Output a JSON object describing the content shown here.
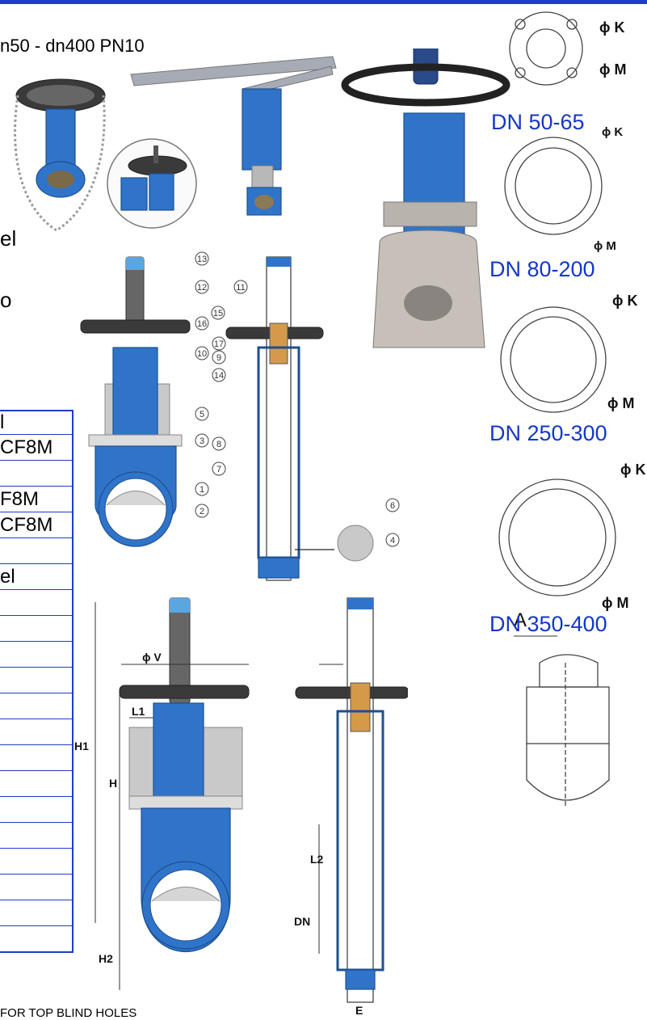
{
  "header": {
    "title_fragment": "n50 - dn400 PN10",
    "side_fragments": [
      "el",
      "o"
    ]
  },
  "table": {
    "rows": [
      "l",
      "CF8M",
      "",
      "F8M",
      "CF8M",
      "",
      "el",
      "",
      "",
      "",
      "",
      "",
      "",
      "",
      "",
      "",
      "",
      "",
      "",
      "",
      ""
    ]
  },
  "flange_views": [
    {
      "label": "DN 50-65",
      "dims": [
        "ϕ K",
        "ϕ M"
      ]
    },
    {
      "label": "DN 80-200",
      "dims": [
        "ϕ K",
        "ϕ M"
      ]
    },
    {
      "label": "DN 250-300",
      "dims": [
        "ϕ K",
        "ϕ M"
      ]
    },
    {
      "label": "DN 350-400",
      "dims": [
        "ϕ K",
        "ϕ M"
      ]
    }
  ],
  "part_callouts": [
    "13",
    "12",
    "11",
    "15",
    "16",
    "17",
    "9",
    "10",
    "14",
    "5",
    "3",
    "8",
    "7",
    "1",
    "2",
    "6",
    "4"
  ],
  "dimensions": {
    "phi_v": "ϕ V",
    "h1": "H1",
    "h": "H",
    "l1": "L1",
    "h2": "H2",
    "l2": "L2",
    "dn": "DN",
    "e": "E",
    "a": "A"
  },
  "footnote": "FOR TOP BLIND HOLES",
  "colors": {
    "accent": "#1e3cc8",
    "label_blue": "#1437c8",
    "valve_blue": "#2f74c8"
  }
}
